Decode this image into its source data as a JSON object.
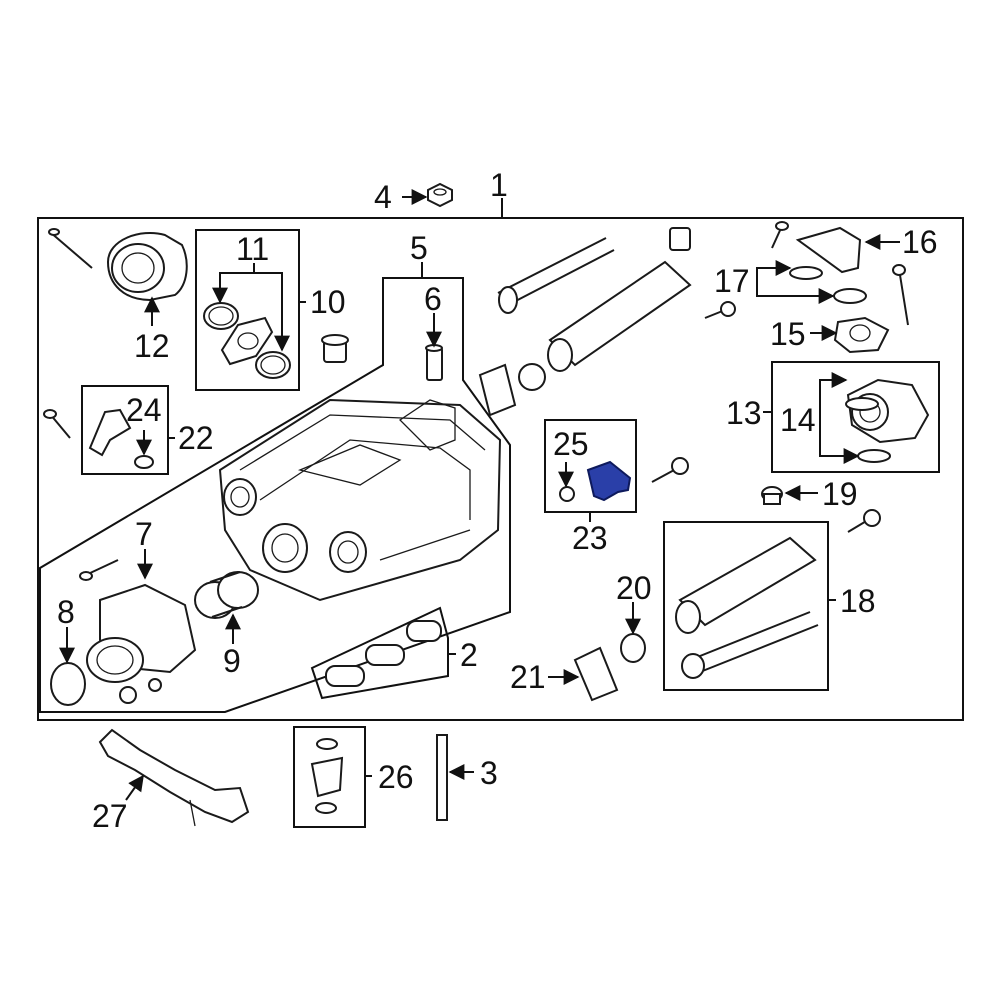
{
  "diagram": {
    "labels": {
      "c1": "1",
      "c2": "2",
      "c3": "3",
      "c4": "4",
      "c5": "5",
      "c6": "6",
      "c7": "7",
      "c8": "8",
      "c9": "9",
      "c10": "10",
      "c11": "11",
      "c12": "12",
      "c13": "13",
      "c14": "14",
      "c15": "15",
      "c16": "16",
      "c17": "17",
      "c18": "18",
      "c19": "19",
      "c20": "20",
      "c21": "21",
      "c22": "22",
      "c23": "23",
      "c24": "24",
      "c25": "25",
      "c26": "26",
      "c27": "27"
    },
    "highlight_color": "#2a3fa8",
    "highlight_part": "23"
  }
}
